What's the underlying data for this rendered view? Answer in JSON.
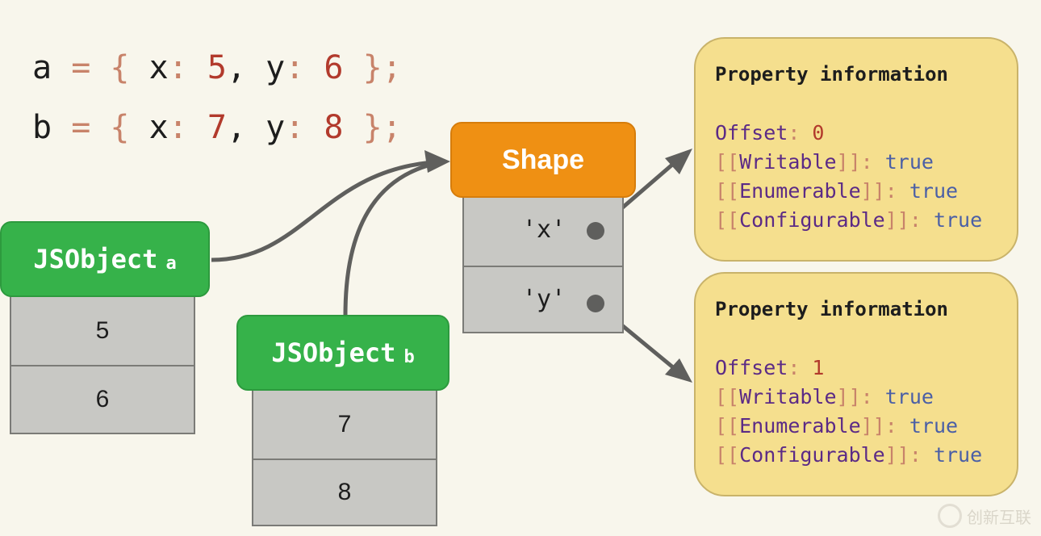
{
  "code": {
    "line1": {
      "var": "a",
      "eq": "=",
      "open": "{",
      "key1": "x",
      "colon1": ":",
      "val1": "5",
      "comma": ",",
      "key2": "y",
      "colon2": ":",
      "val2": "6",
      "close": "};"
    },
    "line2": {
      "var": "b",
      "eq": "=",
      "open": "{",
      "key1": "x",
      "colon1": ":",
      "val1": "7",
      "comma": ",",
      "key2": "y",
      "colon2": ":",
      "val2": "8",
      "close": "};"
    }
  },
  "objects": {
    "a": {
      "label": "JSObject",
      "sub": "a",
      "slots": [
        "5",
        "6"
      ]
    },
    "b": {
      "label": "JSObject",
      "sub": "b",
      "slots": [
        "7",
        "8"
      ]
    }
  },
  "shape": {
    "label": "Shape",
    "keys": [
      "'x'",
      "'y'"
    ]
  },
  "property_info": [
    {
      "title": "Property information",
      "offset_label": "Offset",
      "offset_value": "0",
      "writable": {
        "name": "Writable",
        "value": "true"
      },
      "enumerable": {
        "name": "Enumerable",
        "value": "true"
      },
      "configurable": {
        "name": "Configurable",
        "value": "true"
      }
    },
    {
      "title": "Property information",
      "offset_label": "Offset",
      "offset_value": "1",
      "writable": {
        "name": "Writable",
        "value": "true"
      },
      "enumerable": {
        "name": "Enumerable",
        "value": "true"
      },
      "configurable": {
        "name": "Configurable",
        "value": "true"
      }
    }
  ],
  "watermark": {
    "text": "创新互联"
  },
  "colors": {
    "background": "#f8f6ec",
    "jsobject": "#36b24a",
    "shape": "#ef9013",
    "slot": "#c8c8c4",
    "card": "#f5df8e",
    "wire": "#5f5f5d"
  }
}
